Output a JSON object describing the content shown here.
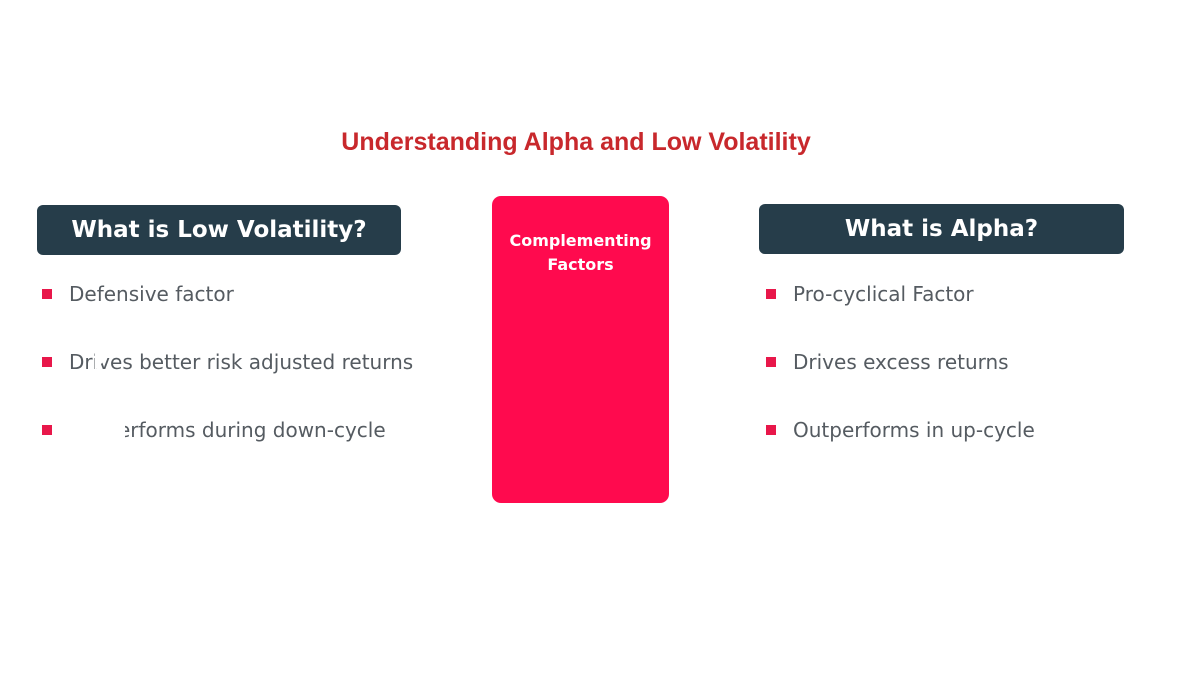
{
  "title": "Understanding Alpha and Low Volatility",
  "left_panel": {
    "heading": "What is Low Volatility?",
    "bullets": [
      "Defensive factor",
      "Drives better risk adjusted returns",
      "Outperforms during down-cycle"
    ]
  },
  "center": {
    "label": "Complementing\nFactors",
    "icons": [
      "arrow-right-icon",
      "arrow-left-icon"
    ]
  },
  "right_panel": {
    "heading": "What is Alpha?",
    "bullets": [
      "Pro-cyclical Factor",
      "Drives excess returns",
      "Outperforms in up-cycle"
    ]
  },
  "colors": {
    "title": "#c8282c",
    "header_bg": "#263d4a",
    "accent": "#ff0a4e",
    "bullet_marker": "#e8174a",
    "bullet_text": "#555b61"
  }
}
